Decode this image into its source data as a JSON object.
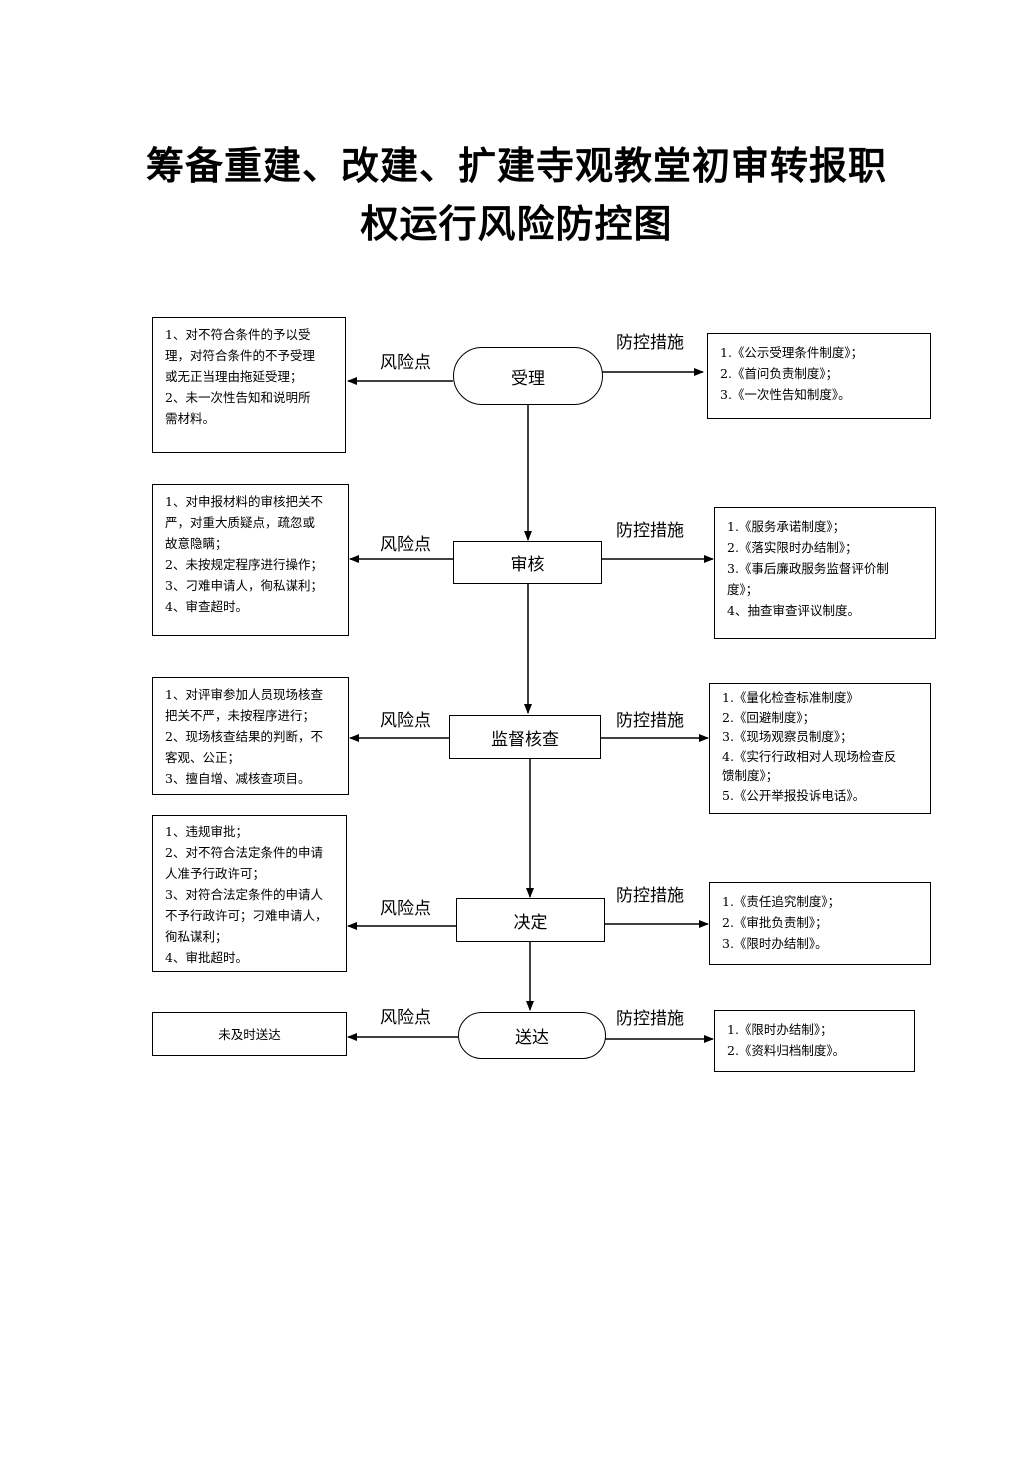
{
  "title": {
    "line1": "筹备重建、改建、扩建寺观教堂初审转报职",
    "line2": "权运行风险防控图"
  },
  "labels": {
    "risk": "风险点",
    "control": "防控措施"
  },
  "stages": [
    {
      "name": "受理",
      "shape": "rounded",
      "risks": [
        "1、对不符合条件的予以受",
        "理，对符合条件的不予受理",
        "或无正当理由拖延受理；",
        "2、未一次性告知和说明所",
        "需材料。"
      ],
      "controls": [
        "1.《公示受理条件制度》；",
        "2.《首问负责制度》；",
        "3.《一次性告知制度》。"
      ]
    },
    {
      "name": "审核",
      "shape": "rect",
      "risks": [
        "1、对申报材料的审核把关不",
        "严，对重大质疑点，疏忽或",
        "故意隐瞒；",
        "2、未按规定程序进行操作；",
        "3、刁难申请人，徇私谋利；",
        "4、审查超时。"
      ],
      "controls": [
        "1.《服务承诺制度》；",
        "2.《落实限时办结制》；",
        "3.《事后廉政服务监督评价制",
        "度》；",
        "4、抽查审查评议制度。"
      ]
    },
    {
      "name": "监督核查",
      "shape": "rect",
      "risks": [
        "1、对评审参加人员现场核查",
        "把关不严，未按程序进行；",
        "2、现场核查结果的判断，不",
        "客观、公正；",
        "3、擅自增、减核查项目。"
      ],
      "controls": [
        "1.《量化检查标准制度》",
        "2.《回避制度》；",
        "3.《现场观察员制度》；",
        "4.《实行行政相对人现场检查反",
        "馈制度》；",
        "5.《公开举报投诉电话》。"
      ]
    },
    {
      "name": "决定",
      "shape": "rect",
      "risks": [
        "1、违规审批；",
        "2、对不符合法定条件的申请",
        "人准予行政许可；",
        "3、对符合法定条件的申请人",
        "不予行政许可；刁难申请人，",
        "徇私谋利；",
        "4、审批超时。"
      ],
      "controls": [
        "1.《责任追究制度》；",
        "2.《审批负责制》；",
        "3.《限时办结制》。"
      ]
    },
    {
      "name": "送达",
      "shape": "rounded",
      "risks": [
        "未及时送达"
      ],
      "controls": [
        "1.《限时办结制》；",
        "2.《资料归档制度》。"
      ]
    }
  ]
}
